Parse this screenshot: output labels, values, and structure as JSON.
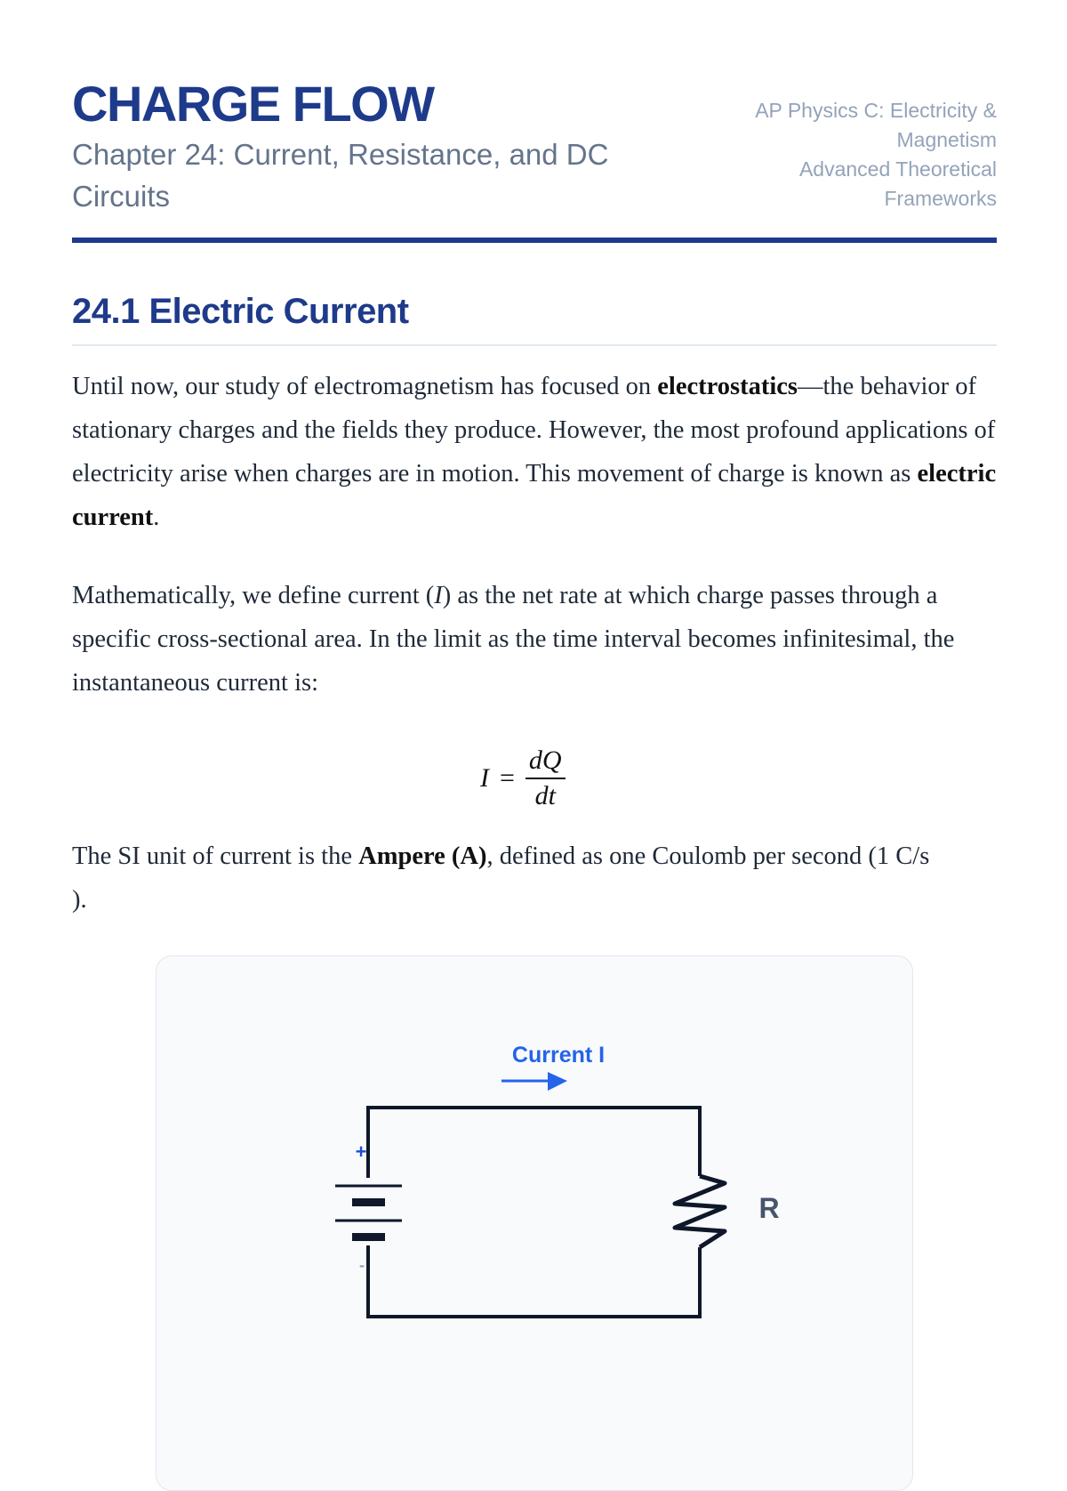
{
  "header": {
    "title": "CHARGE FLOW",
    "subtitle": "Chapter 24: Current, Resistance, and DC Circuits",
    "course": "AP Physics C: Electricity & Magnetism",
    "series": "Advanced Theoretical Frameworks"
  },
  "section": {
    "heading": "24.1 Electric Current",
    "p1": {
      "a": "Until now, our study of electromagnetism has focused on ",
      "b1": "electrostatics",
      "c": "—the behavior of stationary charges and the fields they produce. However, the most profound applications of electricity arise when charges are in motion. This movement of charge is known as ",
      "b2": "electric current",
      "d": "."
    },
    "p2": {
      "a": "Mathematically, we define current (",
      "var": "I",
      "b": ") as the net rate at which charge passes through a specific cross-sectional area. In the limit as the time interval becomes infinitesimal, the instantaneous current is:"
    },
    "equation": {
      "lhs": "I",
      "eq": "=",
      "num": "dQ",
      "den": "dt"
    },
    "p3": {
      "a": "The SI unit of current is the ",
      "b": "Ampere (A)",
      "c": ", defined as one Coulomb per second (1 C/s",
      "d": ")."
    }
  },
  "diagram": {
    "current_label": "Current I",
    "plus": "+",
    "minus": "-",
    "resistor_label": "R",
    "colors": {
      "accent": "#2563eb",
      "wire": "#0f172a",
      "primary": "#1e3a8a"
    }
  }
}
